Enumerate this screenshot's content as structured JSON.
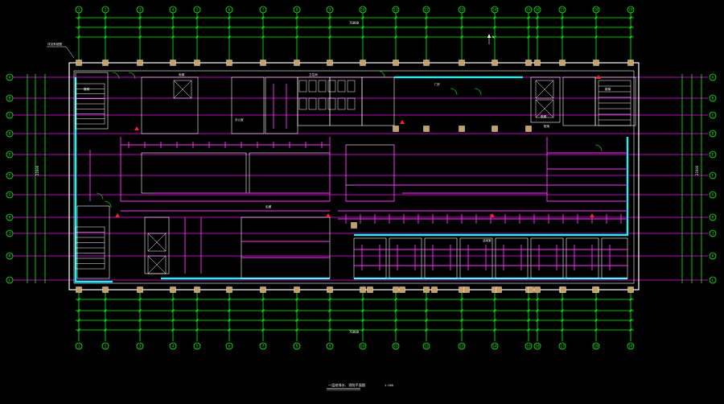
{
  "drawing": {
    "title": "一层给排水、消防平面图",
    "scale": "1:100",
    "top_axis_labels": [
      "1",
      "2",
      "3",
      "4",
      "5",
      "6",
      "7",
      "8",
      "9",
      "10",
      "11",
      "12",
      "13",
      "14",
      "15",
      "16",
      "17",
      "18",
      "19"
    ],
    "left_axis_labels": [
      "A",
      "B",
      "C",
      "D",
      "E",
      "F",
      "G",
      "H",
      "J",
      "K",
      "L"
    ],
    "top_overall_dim": "76800",
    "bottom_overall_dim": "76800",
    "left_overall_dim": "21600",
    "right_overall_dim": "21600",
    "room_labels": [
      "楼梯",
      "电梯",
      "卫生间",
      "办公室",
      "门厅",
      "走廊",
      "活动室",
      "楼梯",
      "电梯",
      "配电"
    ],
    "north_arrow_text": "N",
    "note_text": "详见系统图"
  },
  "colors": {
    "background": "#000000",
    "dimension_lines": "#00ff00",
    "axis_lines": "#ff00ff",
    "walls": "#ffffff",
    "curtain_walls": "#00ffff",
    "pipes": "#ff33ff",
    "columns": "#c8a066",
    "hydrant_marks": "#ff2222"
  }
}
